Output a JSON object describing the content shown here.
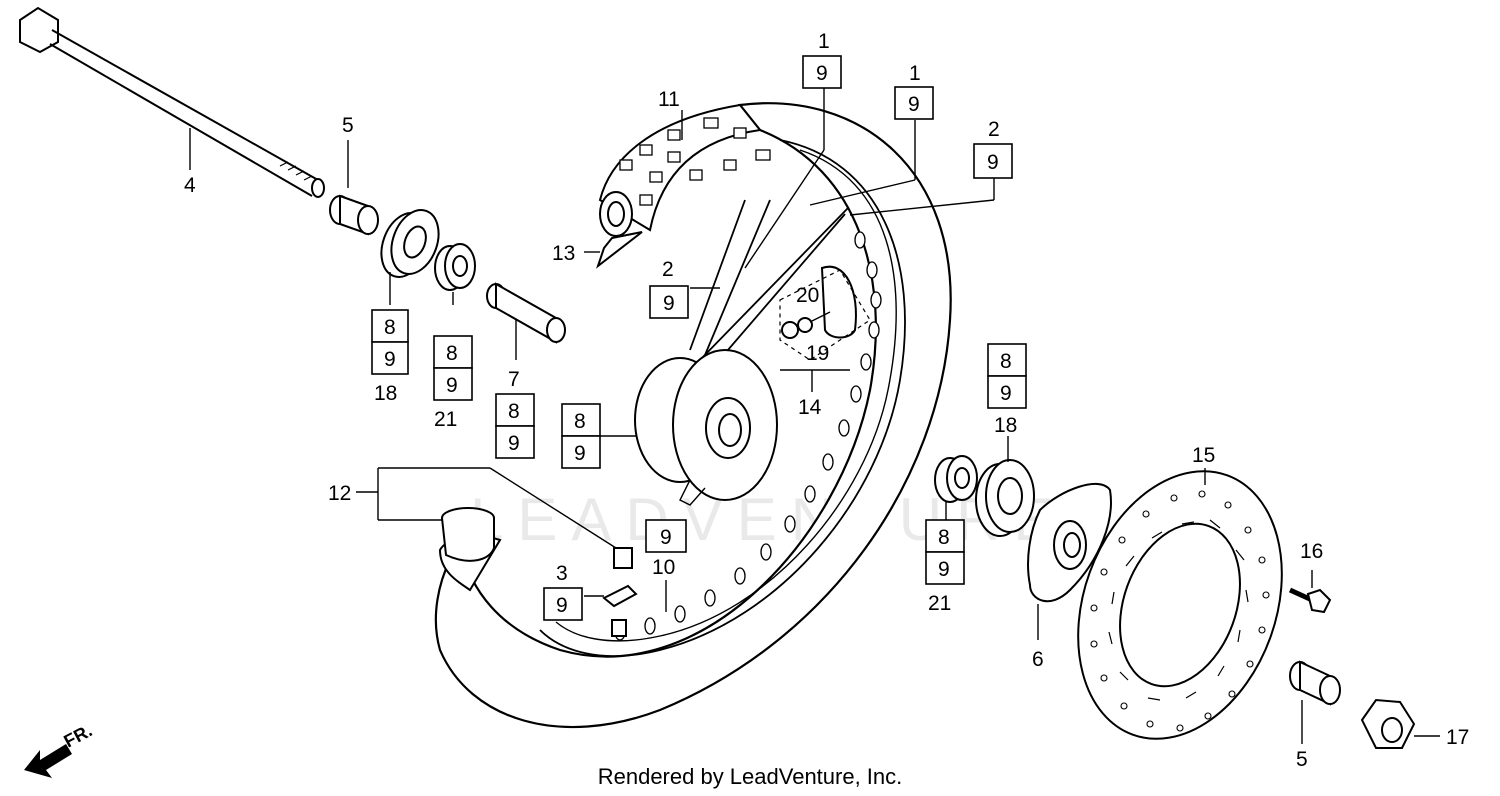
{
  "watermark": "LEADVENTURE",
  "credit": "Rendered by LeadVenture, Inc.",
  "direction_label": "FR.",
  "callouts": {
    "c1a": "1",
    "c1a_ref": "9",
    "c1b": "1",
    "c1b_ref": "9",
    "c2a": "2",
    "c2a_ref": "9",
    "c2b": "2",
    "c2b_ref": "9",
    "c3": "3",
    "c3_ref": "9",
    "c4": "4",
    "c5a": "5",
    "c5b": "5",
    "c6": "6",
    "c7": "7",
    "c7_ref1": "8",
    "c7_ref2": "9",
    "c8box_ref1": "8",
    "c8box_ref2": "9",
    "c10": "10",
    "c10_ref": "9",
    "c11": "11",
    "c12": "12",
    "c13": "13",
    "c14": "14",
    "c15": "15",
    "c16": "16",
    "c17": "17",
    "c18a": "18",
    "c18a_ref1": "8",
    "c18a_ref2": "9",
    "c18b": "18",
    "c18b_ref1": "8",
    "c18b_ref2": "9",
    "c19": "19",
    "c20": "20",
    "c21a": "21",
    "c21a_ref1": "8",
    "c21a_ref2": "9",
    "c21b": "21",
    "c21b_ref1": "8",
    "c21b_ref2": "9"
  }
}
